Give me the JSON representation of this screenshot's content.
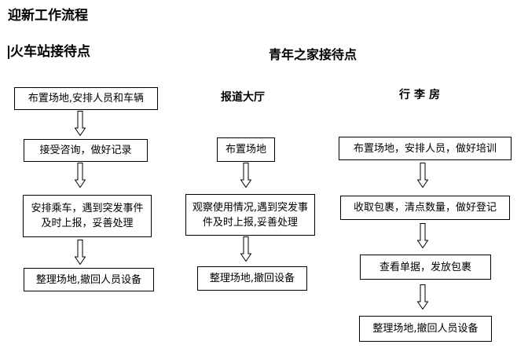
{
  "title": "迎新工作流程",
  "colors": {
    "stroke": "#000000",
    "background": "#ffffff"
  },
  "icons": {
    "connector": "down-arrow-icon"
  },
  "sections": {
    "station": {
      "title": "火车站接待点",
      "steps": [
        "布置场地,安排人员和车辆",
        "接受咨询，做好记录",
        "安排乘车，遇到突发事件及时上报，妥善处理",
        "整理场地,撤回人员设备"
      ]
    },
    "youth_home": {
      "title": "青年之家接待点",
      "hall": {
        "title": "报道大厅",
        "steps": [
          "布置场地",
          "观察使用情况,遇到突发事件及时上报,妥善处理",
          "整理场地,撤回设备"
        ]
      },
      "luggage": {
        "title": "行李房",
        "steps": [
          "布置场地，安排人员，做好培训",
          "收取包裹，清点数量，做好登记",
          "查看单据，发放包裹",
          "整理场地,撤回人员设备"
        ]
      }
    }
  }
}
